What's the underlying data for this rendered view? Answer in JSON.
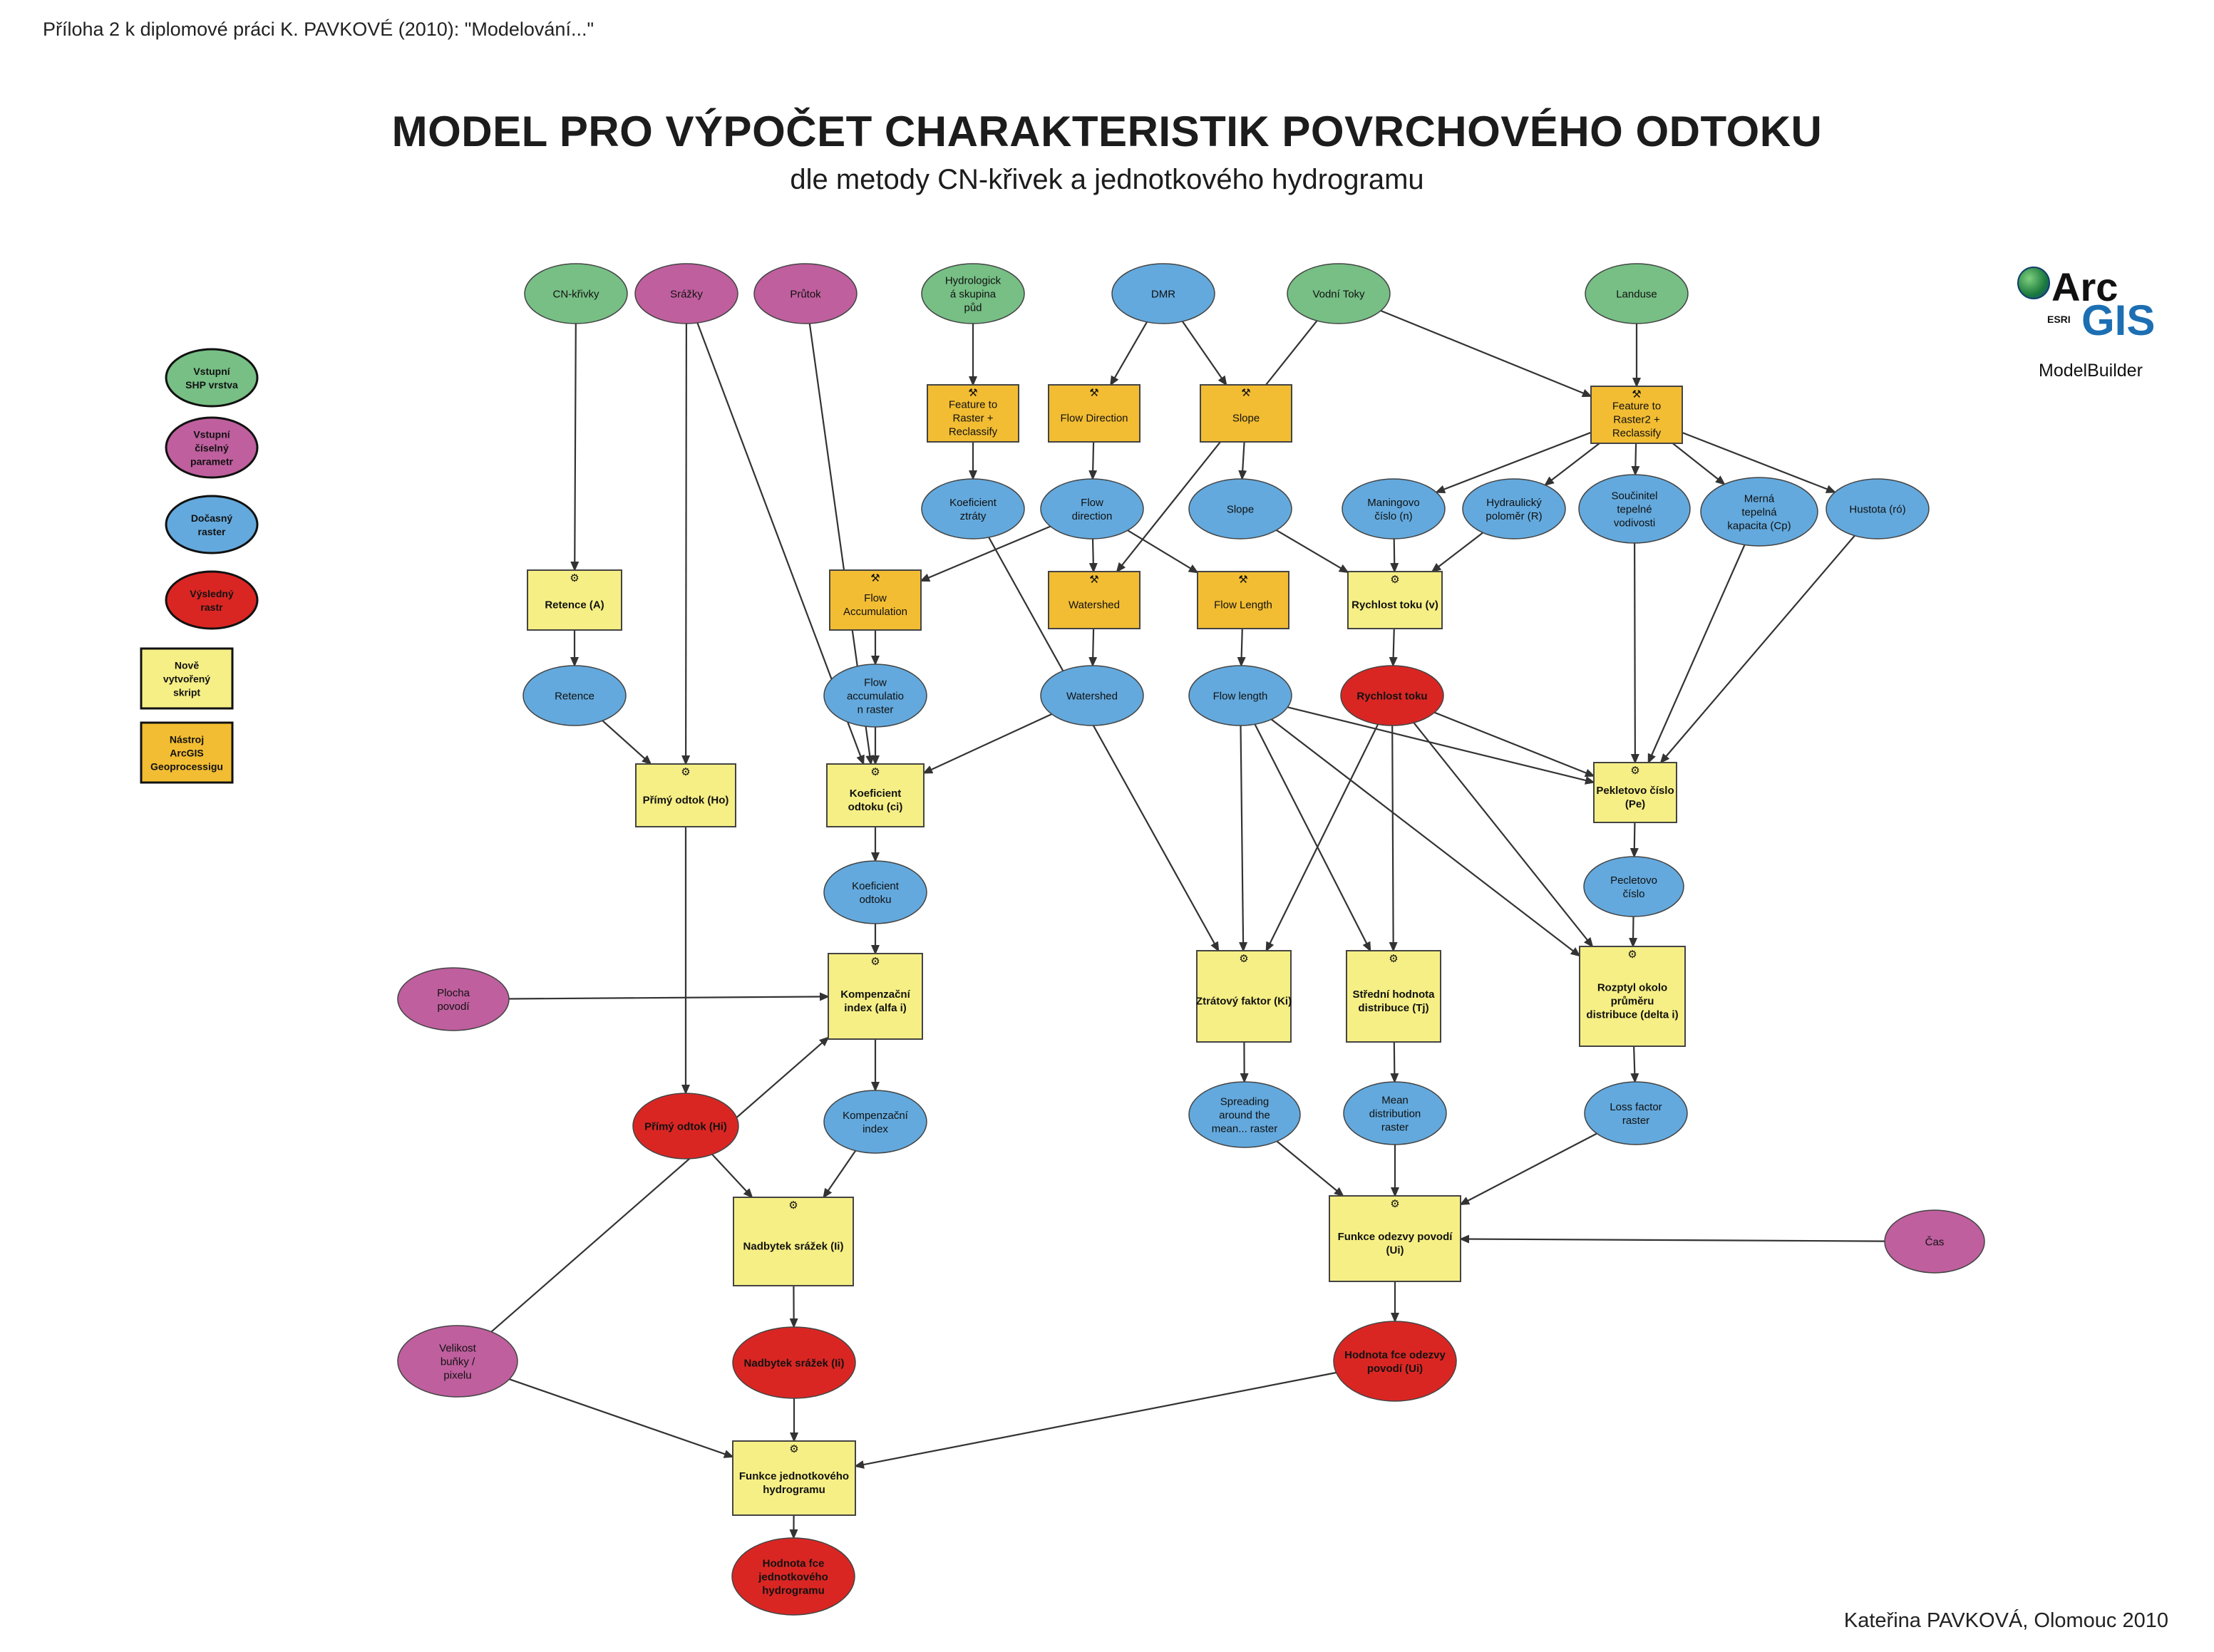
{
  "header_note": "Příloha 2 k diplomové práci K. PAVKOVÉ (2010): \"Modelování...\"",
  "title": "MODEL PRO VÝPOČET CHARAKTERISTIK POVRCHOVÉHO ODTOKU",
  "subtitle": "dle metody CN-křivek a jednotkového hydrogramu",
  "footer": "Kateřina PAVKOVÁ, Olomouc 2010",
  "logo": {
    "arc": "Arc",
    "gis": "GIS",
    "esri": "ESRI",
    "caption": "ModelBuilder"
  },
  "colors": {
    "green": "#77bf85",
    "magenta": "#bf5f9e",
    "blue": "#63a9dd",
    "red": "#da2623",
    "yellow": "#f6ef85",
    "orange": "#f2bd33",
    "edge": "#333333"
  },
  "legend": [
    {
      "key": "shp",
      "shape": "ellipse",
      "color": "green",
      "lines": [
        "Vstupní",
        "SHP vrstva"
      ]
    },
    {
      "key": "param",
      "shape": "ellipse",
      "color": "magenta",
      "lines": [
        "Vstupní",
        "číselný",
        "parametr"
      ]
    },
    {
      "key": "temp",
      "shape": "ellipse",
      "color": "blue",
      "lines": [
        "Dočasný",
        "raster"
      ]
    },
    {
      "key": "result",
      "shape": "ellipse",
      "color": "red",
      "lines": [
        "Výsledný",
        "rastr"
      ]
    },
    {
      "key": "script",
      "shape": "rect",
      "color": "yellow",
      "lines": [
        "Nově",
        "vytvořený",
        "skript"
      ]
    },
    {
      "key": "tool",
      "shape": "rect",
      "color": "orange",
      "lines": [
        "Nástroj",
        "ArcGIS",
        "Geoprocessigu"
      ]
    }
  ],
  "nodes": [
    {
      "id": "cn",
      "type": "green",
      "lines": [
        "CN-křivky"
      ]
    },
    {
      "id": "srazky",
      "type": "magenta",
      "lines": [
        "Srážky"
      ]
    },
    {
      "id": "prutok",
      "type": "magenta",
      "lines": [
        "Průtok"
      ]
    },
    {
      "id": "hydro",
      "type": "green",
      "lines": [
        "Hydrologick",
        "á skupina",
        "půd"
      ]
    },
    {
      "id": "dmr",
      "type": "blue",
      "lines": [
        "DMR"
      ]
    },
    {
      "id": "vodni",
      "type": "green",
      "lines": [
        "Vodní Toky"
      ]
    },
    {
      "id": "landuse",
      "type": "green",
      "lines": [
        "Landuse"
      ]
    },
    {
      "id": "ftr1",
      "type": "orange",
      "lines": [
        "Feature to",
        "Raster +",
        "Reclassify"
      ]
    },
    {
      "id": "flowdir_t",
      "type": "orange",
      "lines": [
        "Flow Direction"
      ]
    },
    {
      "id": "slope_t",
      "type": "orange",
      "lines": [
        "Slope"
      ]
    },
    {
      "id": "ftr2",
      "type": "orange",
      "lines": [
        "Feature to",
        "Raster2 +",
        "Reclassify"
      ]
    },
    {
      "id": "koef_ztraty",
      "type": "blue",
      "lines": [
        "Koeficient",
        "ztráty"
      ]
    },
    {
      "id": "flowdir",
      "type": "blue",
      "lines": [
        "Flow",
        "direction"
      ]
    },
    {
      "id": "slope",
      "type": "blue",
      "lines": [
        "Slope"
      ]
    },
    {
      "id": "maning",
      "type": "blue",
      "lines": [
        "Maningovo",
        "číslo (n)"
      ]
    },
    {
      "id": "hydr_pol",
      "type": "blue",
      "lines": [
        "Hydraulický",
        "poloměr (R)"
      ]
    },
    {
      "id": "soucinitel",
      "type": "blue",
      "lines": [
        "Součinitel",
        "tepelné",
        "vodivosti"
      ]
    },
    {
      "id": "merna",
      "type": "blue",
      "lines": [
        "Merná",
        "tepelná",
        "kapacita (Cp)"
      ]
    },
    {
      "id": "hustota",
      "type": "blue",
      "lines": [
        "Hustota (ró)"
      ]
    },
    {
      "id": "retence_t",
      "type": "yellow",
      "lines": [
        "Retence (A)"
      ]
    },
    {
      "id": "flowacc_t",
      "type": "orange",
      "lines": [
        "Flow",
        "Accumulation"
      ]
    },
    {
      "id": "watershed_t",
      "type": "orange",
      "lines": [
        "Watershed"
      ]
    },
    {
      "id": "flowlen_t",
      "type": "orange",
      "lines": [
        "Flow Length"
      ]
    },
    {
      "id": "rychlost_t",
      "type": "yellow",
      "lines": [
        "Rychlost toku (v)"
      ]
    },
    {
      "id": "retence",
      "type": "blue",
      "lines": [
        "Retence"
      ]
    },
    {
      "id": "flowacc",
      "type": "blue",
      "lines": [
        "Flow",
        "accumulatio",
        "n raster"
      ]
    },
    {
      "id": "watershed",
      "type": "blue",
      "lines": [
        "Watershed"
      ]
    },
    {
      "id": "flowlen",
      "type": "blue",
      "lines": [
        "Flow length"
      ]
    },
    {
      "id": "rychlost",
      "type": "red",
      "lines": [
        "Rychlost toku"
      ]
    },
    {
      "id": "primy_t",
      "type": "yellow",
      "lines": [
        "Přímý odtok (Ho)"
      ]
    },
    {
      "id": "koef_odt_t",
      "type": "yellow",
      "lines": [
        "Koeficient",
        "odtoku (ci)"
      ]
    },
    {
      "id": "peklet_t",
      "type": "yellow",
      "lines": [
        "Pekletovo číslo",
        "(Pe)"
      ]
    },
    {
      "id": "koef_odt",
      "type": "blue",
      "lines": [
        "Koeficient",
        "odtoku"
      ]
    },
    {
      "id": "peclet",
      "type": "blue",
      "lines": [
        "Pecletovo",
        "číslo"
      ]
    },
    {
      "id": "plocha",
      "type": "magenta",
      "lines": [
        "Plocha",
        "povodí"
      ]
    },
    {
      "id": "komp_t",
      "type": "yellow",
      "lines": [
        "Kompenzační",
        "index (alfa i)"
      ]
    },
    {
      "id": "ztrat_t",
      "type": "yellow",
      "lines": [
        "Ztrátový faktor (Ki)"
      ]
    },
    {
      "id": "stred_t",
      "type": "yellow",
      "lines": [
        "Střední hodnota",
        "distribuce (Tj)"
      ]
    },
    {
      "id": "rozptyl_t",
      "type": "yellow",
      "lines": [
        "Rozptyl okolo",
        "průměru",
        "distribuce (delta i)"
      ]
    },
    {
      "id": "primy",
      "type": "red",
      "lines": [
        "Přímý odtok (Hi)"
      ]
    },
    {
      "id": "komp",
      "type": "blue",
      "lines": [
        "Kompenzační",
        "index"
      ]
    },
    {
      "id": "spreading",
      "type": "blue",
      "lines": [
        "Spreading",
        "around the",
        "mean... raster"
      ]
    },
    {
      "id": "mean_dist",
      "type": "blue",
      "lines": [
        "Mean",
        "distribution",
        "raster"
      ]
    },
    {
      "id": "loss",
      "type": "blue",
      "lines": [
        "Loss factor",
        "raster"
      ]
    },
    {
      "id": "nadbytek_t",
      "type": "yellow",
      "lines": [
        "Nadbytek srážek (Ii)"
      ]
    },
    {
      "id": "funkce_odezvy_t",
      "type": "yellow",
      "lines": [
        "Funkce odezvy povodí",
        "(Ui)"
      ]
    },
    {
      "id": "cas",
      "type": "magenta",
      "lines": [
        "Čas"
      ]
    },
    {
      "id": "velikost",
      "type": "magenta",
      "lines": [
        "Velikost",
        "buňky /",
        "pixelu"
      ]
    },
    {
      "id": "nadbytek",
      "type": "red",
      "lines": [
        "Nadbytek srážek (Ii)"
      ]
    },
    {
      "id": "hodnota_odezvy",
      "type": "red",
      "lines": [
        "Hodnota fce odezvy",
        "povodí (Ui)"
      ]
    },
    {
      "id": "funkce_jed_t",
      "type": "yellow",
      "lines": [
        "Funkce jednotkového",
        "hydrogramu"
      ]
    },
    {
      "id": "hodnota_jed",
      "type": "red",
      "lines": [
        "Hodnota fce",
        "jednotkového",
        "hydrogramu"
      ]
    }
  ],
  "edges": [
    [
      "cn",
      "retence_t"
    ],
    [
      "retence_t",
      "retence"
    ],
    [
      "retence",
      "primy_t"
    ],
    [
      "srazky",
      "primy_t"
    ],
    [
      "srazky",
      "koef_odt_t"
    ],
    [
      "prutok",
      "koef_odt_t"
    ],
    [
      "hydro",
      "ftr1"
    ],
    [
      "ftr1",
      "koef_ztraty"
    ],
    [
      "koef_ztraty",
      "ztrat_t"
    ],
    [
      "dmr",
      "flowdir_t"
    ],
    [
      "dmr",
      "slope_t"
    ],
    [
      "flowdir_t",
      "flowdir"
    ],
    [
      "slope_t",
      "slope"
    ],
    [
      "flowdir",
      "flowacc_t"
    ],
    [
      "flowdir",
      "watershed_t"
    ],
    [
      "flowdir",
      "flowlen_t"
    ],
    [
      "vodni",
      "watershed_t"
    ],
    [
      "vodni",
      "ftr2"
    ],
    [
      "landuse",
      "ftr2"
    ],
    [
      "ftr2",
      "maning"
    ],
    [
      "ftr2",
      "hydr_pol"
    ],
    [
      "ftr2",
      "soucinitel"
    ],
    [
      "ftr2",
      "merna"
    ],
    [
      "ftr2",
      "hustota"
    ],
    [
      "slope",
      "rychlost_t"
    ],
    [
      "maning",
      "rychlost_t"
    ],
    [
      "hydr_pol",
      "rychlost_t"
    ],
    [
      "soucinitel",
      "peklet_t"
    ],
    [
      "merna",
      "peklet_t"
    ],
    [
      "hustota",
      "peklet_t"
    ],
    [
      "flowacc_t",
      "flowacc"
    ],
    [
      "watershed_t",
      "watershed"
    ],
    [
      "flowlen_t",
      "flowlen"
    ],
    [
      "rychlost_t",
      "rychlost"
    ],
    [
      "flowacc",
      "koef_odt_t"
    ],
    [
      "watershed",
      "koef_odt_t"
    ],
    [
      "flowlen",
      "peklet_t"
    ],
    [
      "flowlen",
      "ztrat_t"
    ],
    [
      "flowlen",
      "stred_t"
    ],
    [
      "flowlen",
      "rozptyl_t"
    ],
    [
      "rychlost",
      "peklet_t"
    ],
    [
      "rychlost",
      "ztrat_t"
    ],
    [
      "rychlost",
      "stred_t"
    ],
    [
      "rychlost",
      "rozptyl_t"
    ],
    [
      "primy_t",
      "primy"
    ],
    [
      "koef_odt_t",
      "koef_odt"
    ],
    [
      "koef_odt",
      "komp_t"
    ],
    [
      "plocha",
      "komp_t"
    ],
    [
      "velikost",
      "komp_t"
    ],
    [
      "komp_t",
      "komp"
    ],
    [
      "peklet_t",
      "peclet"
    ],
    [
      "peclet",
      "rozptyl_t"
    ],
    [
      "ztrat_t",
      "spreading"
    ],
    [
      "stred_t",
      "mean_dist"
    ],
    [
      "rozptyl_t",
      "loss"
    ],
    [
      "primy",
      "nadbytek_t"
    ],
    [
      "komp",
      "nadbytek_t"
    ],
    [
      "nadbytek_t",
      "nadbytek"
    ],
    [
      "spreading",
      "funkce_odezvy_t"
    ],
    [
      "mean_dist",
      "funkce_odezvy_t"
    ],
    [
      "loss",
      "funkce_odezvy_t"
    ],
    [
      "cas",
      "funkce_odezvy_t"
    ],
    [
      "funkce_odezvy_t",
      "hodnota_odezvy"
    ],
    [
      "nadbytek",
      "funkce_jed_t"
    ],
    [
      "hodnota_odezvy",
      "funkce_jed_t"
    ],
    [
      "velikost",
      "funkce_jed_t"
    ],
    [
      "funkce_jed_t",
      "hodnota_jed"
    ]
  ]
}
